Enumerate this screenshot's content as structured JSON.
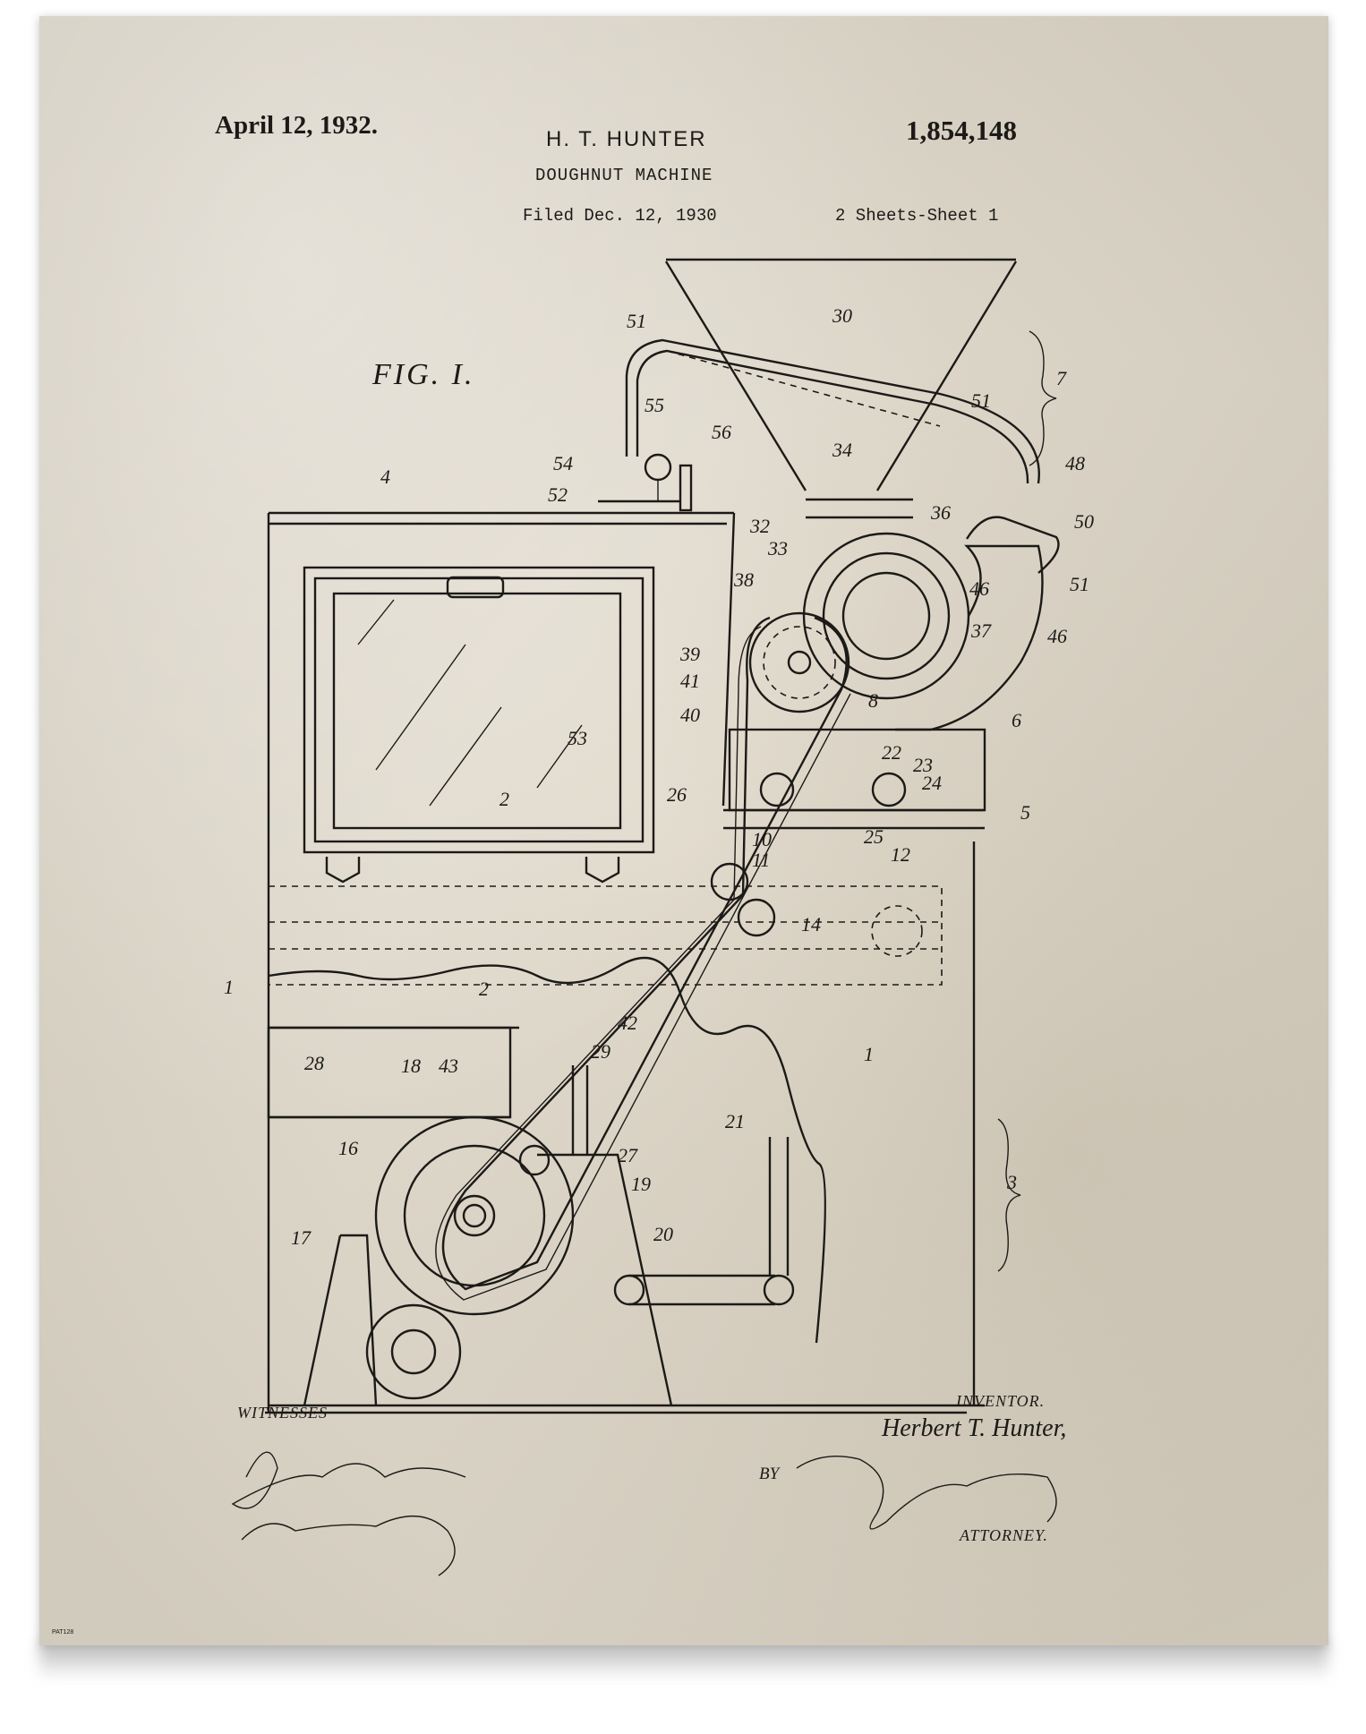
{
  "header": {
    "date": "April 12, 1932.",
    "inventor_name": "H. T. HUNTER",
    "patent_number": "1,854,148",
    "title": "DOUGHNUT MACHINE",
    "filed": "Filed Dec. 12, 1930",
    "sheets": "2 Sheets-Sheet 1"
  },
  "figure": {
    "label": "FIG. I.",
    "reference_numerals": [
      "51",
      "30",
      "7",
      "55",
      "56",
      "54",
      "4",
      "52",
      "51",
      "34",
      "48",
      "32",
      "36",
      "50",
      "33",
      "51",
      "46",
      "38",
      "37",
      "46",
      "39",
      "41",
      "40",
      "8",
      "6",
      "53",
      "22",
      "23",
      "24",
      "26",
      "2",
      "5",
      "10",
      "25",
      "11",
      "12",
      "14",
      "1",
      "2",
      "42",
      "1",
      "28",
      "18",
      "43",
      "29",
      "21",
      "16",
      "27",
      "19",
      "3",
      "17",
      "20"
    ]
  },
  "footer": {
    "witnesses_label": "WITNESSES",
    "witness_signatures": [
      "John C. Bergner",
      "William Bell, Jr."
    ],
    "inventor_label": "INVENTOR.",
    "inventor_signature": "Herbert T. Hunter,",
    "by_label": "BY",
    "attorney_signature": "Fraley Paul",
    "attorney_label": "ATTORNEY.",
    "print_code": "PAT128"
  },
  "colors": {
    "paper": "#e3dccd",
    "ink": "#1c1a17",
    "background": "#ffffff"
  }
}
